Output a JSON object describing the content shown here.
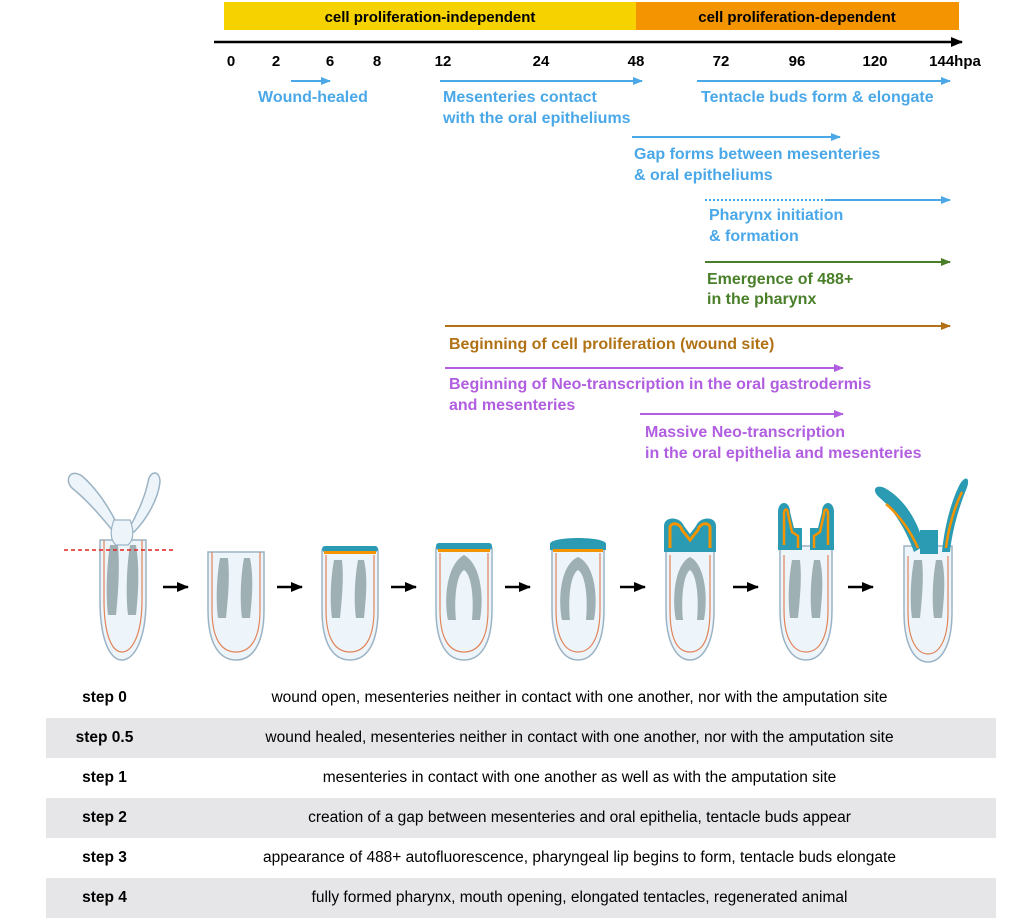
{
  "phases": {
    "independent": "cell proliferation-independent",
    "dependent": "cell proliferation-dependent",
    "independent_color": "#f5d200",
    "dependent_color": "#f39400"
  },
  "timeline": {
    "ticks": [
      "0",
      "2",
      "6",
      "8",
      "12",
      "24",
      "48",
      "72",
      "96",
      "120",
      "144hpa"
    ]
  },
  "events": {
    "wound": "Wound-healed",
    "mes_contact_1": "Mesenteries contact",
    "mes_contact_2": "with the oral epitheliums",
    "tentacle": "Tentacle buds form & elongate",
    "gap_1": "Gap forms between mesenteries",
    "gap_2": "& oral epitheliums",
    "pharynx_1": "Pharynx initiation",
    "pharynx_2": "& formation",
    "emergence_1": "Emergence of 488+",
    "emergence_2": "in the pharynx",
    "prolif": "Beginning of cell proliferation (wound site)",
    "neo_1": "Beginning of Neo-transcription in the oral gastrodermis",
    "neo_2": "and mesenteries",
    "massive_1": "Massive Neo-transcription",
    "massive_2": "in the oral epithelia and mesenteries"
  },
  "colors": {
    "blue": "#4aa8e8",
    "green": "#4a7f2a",
    "brown": "#b07214",
    "purple": "#b15ee0"
  },
  "steps": [
    {
      "name": "step 0",
      "desc": "wound open, mesenteries neither in contact with one another, nor with the amputation site"
    },
    {
      "name": "step 0.5",
      "desc": "wound healed, mesenteries neither in contact with one another, nor with the amputation site"
    },
    {
      "name": "step 1",
      "desc": "mesenteries in contact with one another as well as with the amputation site"
    },
    {
      "name": "step 2",
      "desc": "creation of a gap between mesenteries and oral epithelia, tentacle buds appear"
    },
    {
      "name": "step 3",
      "desc": "appearance of 488+ autofluorescence, pharyngeal lip begins to form, tentacle buds elongate"
    },
    {
      "name": "step 4",
      "desc": "fully formed pharynx, mouth opening, elongated tentacles, regenerated animal"
    }
  ]
}
